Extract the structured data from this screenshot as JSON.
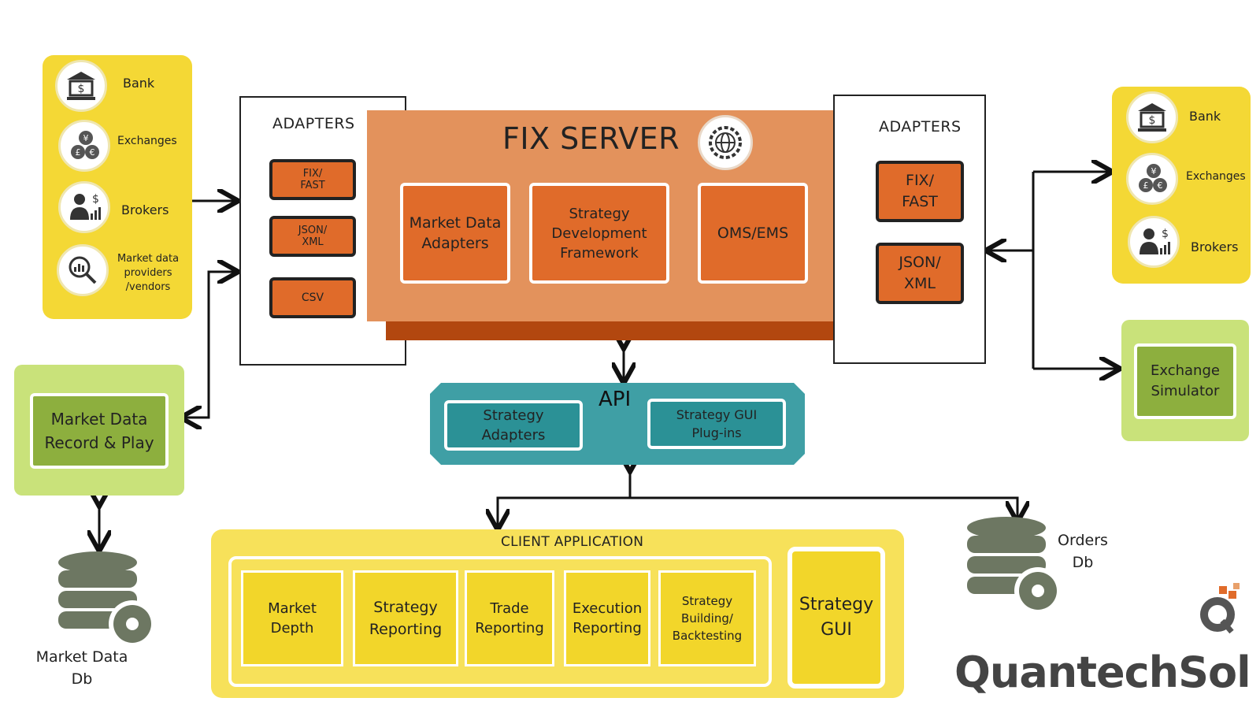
{
  "left_entities": [
    {
      "label": "Bank",
      "icon": "bank-icon"
    },
    {
      "label": "Exchanges",
      "icon": "currency-icon"
    },
    {
      "label": "Brokers",
      "icon": "broker-icon"
    },
    {
      "label": "Market data\nproviders\n/vendors",
      "icon": "analytics-icon"
    }
  ],
  "right_entities": [
    {
      "label": "Bank",
      "icon": "bank-icon"
    },
    {
      "label": "Exchanges",
      "icon": "currency-icon"
    },
    {
      "label": "Brokers",
      "icon": "broker-icon"
    }
  ],
  "adapters_left": {
    "title": "ADAPTERS",
    "items": [
      "FIX/\nFAST",
      "JSON/\nXML",
      "CSV"
    ]
  },
  "adapters_right": {
    "title": "ADAPTERS",
    "items": [
      "FIX/\nFAST",
      "JSON/\nXML"
    ]
  },
  "fix_server": {
    "title": "FIX SERVER",
    "modules": [
      "Market Data\nAdapters",
      "Strategy\nDevelopment\nFramework",
      "OMS/EMS"
    ]
  },
  "api": {
    "title": "API",
    "modules": [
      "Strategy\nAdapters",
      "Strategy GUI\nPlug-ins"
    ]
  },
  "market_data_record": "Market Data\nRecord & Play",
  "exchange_simulator": "Exchange\nSimulator",
  "client_application": {
    "title": "CLIENT APPLICATION",
    "modules": [
      "Market\nDepth",
      "Strategy\nReporting",
      "Trade\nReporting",
      "Execution\nReporting",
      "Strategy\nBuilding/\nBacktesting"
    ],
    "gui": "Strategy\nGUI"
  },
  "market_data_db": "Market Data\nDb",
  "orders_db": "Orders\nDb",
  "logo": "QuantechSol",
  "colors": {
    "yellow": "#f4d835",
    "orange": "#e06b2a",
    "server": "#e3925c",
    "teal": "#3f9fa5",
    "green": "#8daf3e",
    "db_gray": "#6d7762"
  }
}
